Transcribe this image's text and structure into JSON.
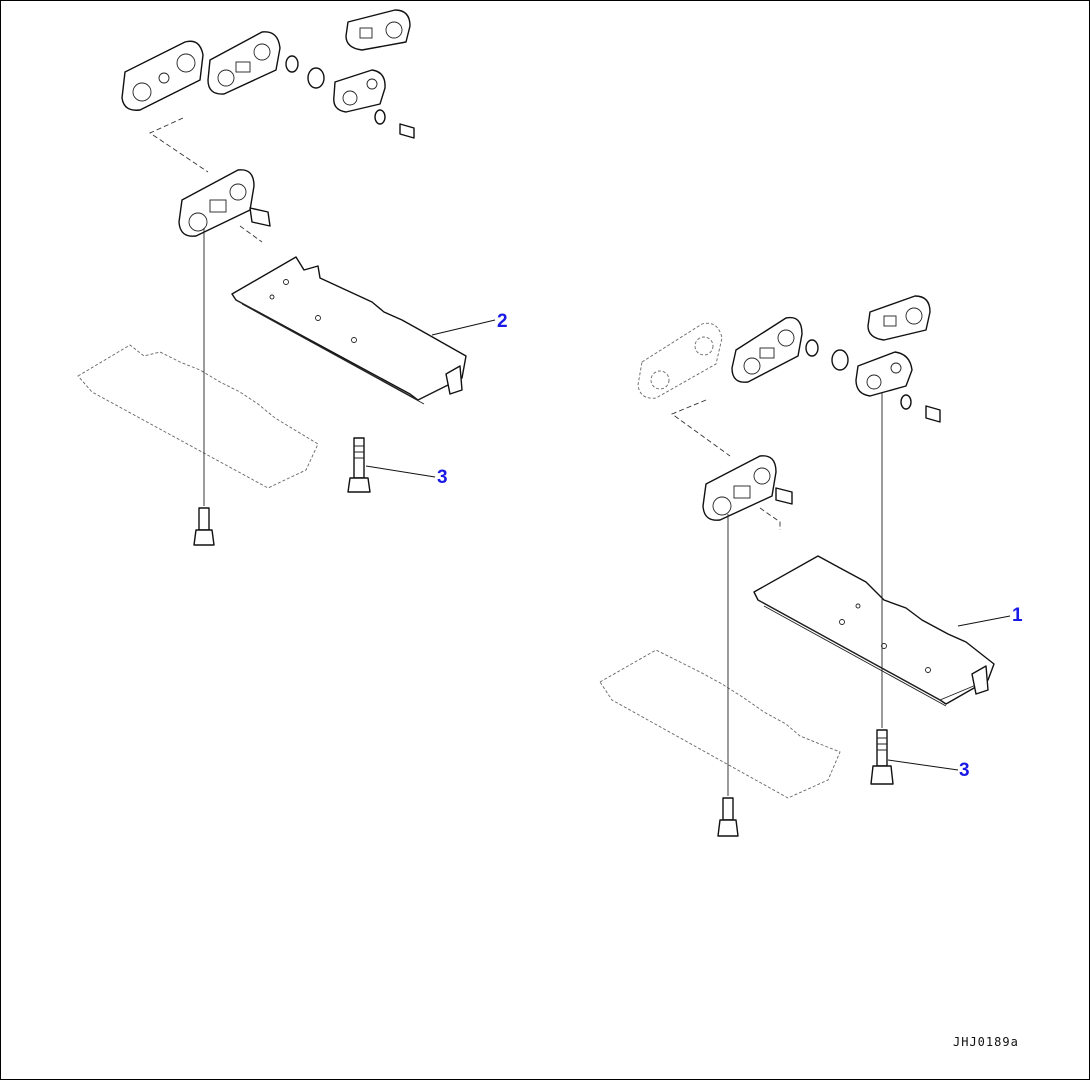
{
  "callouts": [
    {
      "id": "part-1",
      "label": "1"
    },
    {
      "id": "part-2",
      "label": "2"
    },
    {
      "id": "part-3a",
      "label": "3"
    },
    {
      "id": "part-3b",
      "label": "3"
    }
  ],
  "drawing_code": "JHJ0189a",
  "colors": {
    "callout": "#1a1ae6",
    "line": "#111111"
  }
}
